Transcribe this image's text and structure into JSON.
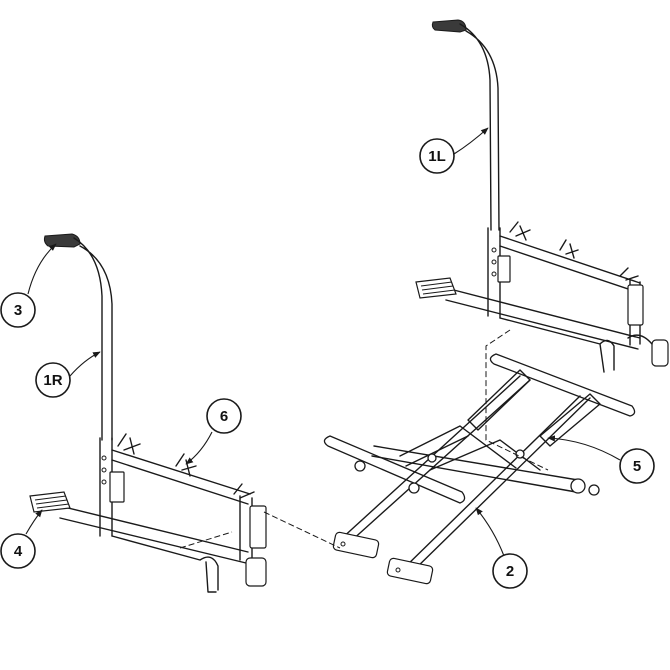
{
  "callouts": [
    {
      "id": "1L",
      "label": "1L"
    },
    {
      "id": "1R",
      "label": "1R"
    },
    {
      "id": "2",
      "label": "2"
    },
    {
      "id": "3",
      "label": "3"
    },
    {
      "id": "4",
      "label": "4"
    },
    {
      "id": "5",
      "label": "5"
    },
    {
      "id": "6",
      "label": "6"
    }
  ]
}
